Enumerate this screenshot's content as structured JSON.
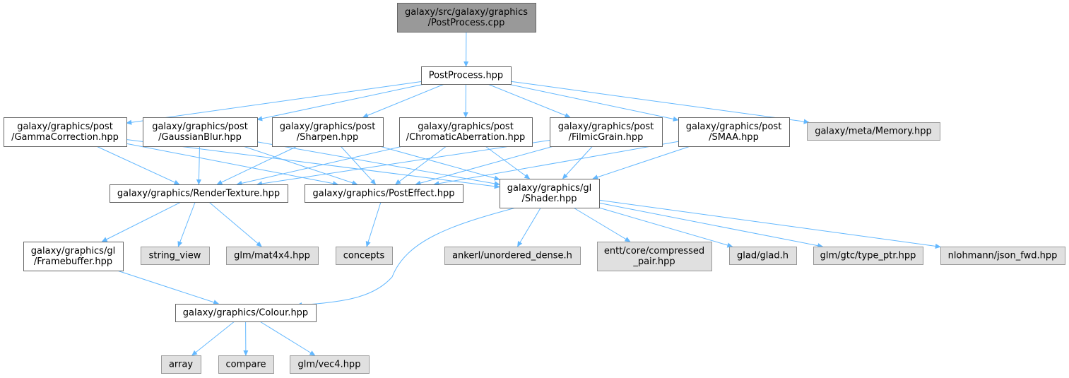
{
  "nodes": [
    {
      "id": "root",
      "lines": [
        "galaxy/src/galaxy/graphics",
        "/PostProcess.cpp"
      ],
      "style": "root"
    },
    {
      "id": "postprocess_hpp",
      "lines": [
        "PostProcess.hpp"
      ],
      "style": "internal"
    },
    {
      "id": "gamma",
      "lines": [
        "galaxy/graphics/post",
        "/GammaCorrection.hpp"
      ],
      "style": "internal"
    },
    {
      "id": "gaussian",
      "lines": [
        "galaxy/graphics/post",
        "/GaussianBlur.hpp"
      ],
      "style": "internal"
    },
    {
      "id": "sharpen",
      "lines": [
        "galaxy/graphics/post",
        "/Sharpen.hpp"
      ],
      "style": "internal"
    },
    {
      "id": "chromatic",
      "lines": [
        "galaxy/graphics/post",
        "/ChromaticAberration.hpp"
      ],
      "style": "internal"
    },
    {
      "id": "filmic",
      "lines": [
        "galaxy/graphics/post",
        "/FilmicGrain.hpp"
      ],
      "style": "internal"
    },
    {
      "id": "smaa",
      "lines": [
        "galaxy/graphics/post",
        "/SMAA.hpp"
      ],
      "style": "internal"
    },
    {
      "id": "memory",
      "lines": [
        "galaxy/meta/Memory.hpp"
      ],
      "style": "external"
    },
    {
      "id": "rendertexture",
      "lines": [
        "galaxy/graphics/RenderTexture.hpp"
      ],
      "style": "internal"
    },
    {
      "id": "posteffect",
      "lines": [
        "galaxy/graphics/PostEffect.hpp"
      ],
      "style": "internal"
    },
    {
      "id": "shader",
      "lines": [
        "galaxy/graphics/gl",
        "/Shader.hpp"
      ],
      "style": "internal"
    },
    {
      "id": "framebuffer",
      "lines": [
        "galaxy/graphics/gl",
        "/Framebuffer.hpp"
      ],
      "style": "internal"
    },
    {
      "id": "string_view",
      "lines": [
        "string_view"
      ],
      "style": "external"
    },
    {
      "id": "mat4x4",
      "lines": [
        "glm/mat4x4.hpp"
      ],
      "style": "external"
    },
    {
      "id": "concepts",
      "lines": [
        "concepts"
      ],
      "style": "external"
    },
    {
      "id": "unordered_dense",
      "lines": [
        "ankerl/unordered_dense.h"
      ],
      "style": "external"
    },
    {
      "id": "compressed_pair",
      "lines": [
        "entt/core/compressed",
        "_pair.hpp"
      ],
      "style": "external"
    },
    {
      "id": "glad",
      "lines": [
        "glad/glad.h"
      ],
      "style": "external"
    },
    {
      "id": "type_ptr",
      "lines": [
        "glm/gtc/type_ptr.hpp"
      ],
      "style": "external"
    },
    {
      "id": "json_fwd",
      "lines": [
        "nlohmann/json_fwd.hpp"
      ],
      "style": "external"
    },
    {
      "id": "colour",
      "lines": [
        "galaxy/graphics/Colour.hpp"
      ],
      "style": "internal"
    },
    {
      "id": "array",
      "lines": [
        "array"
      ],
      "style": "external"
    },
    {
      "id": "compare",
      "lines": [
        "compare"
      ],
      "style": "external"
    },
    {
      "id": "vec4",
      "lines": [
        "glm/vec4.hpp"
      ],
      "style": "external"
    }
  ],
  "edges": [
    [
      "root",
      "postprocess_hpp"
    ],
    [
      "postprocess_hpp",
      "gamma"
    ],
    [
      "postprocess_hpp",
      "gaussian"
    ],
    [
      "postprocess_hpp",
      "sharpen"
    ],
    [
      "postprocess_hpp",
      "chromatic"
    ],
    [
      "postprocess_hpp",
      "filmic"
    ],
    [
      "postprocess_hpp",
      "smaa"
    ],
    [
      "postprocess_hpp",
      "memory"
    ],
    [
      "gamma",
      "rendertexture"
    ],
    [
      "gamma",
      "posteffect"
    ],
    [
      "gamma",
      "shader"
    ],
    [
      "gaussian",
      "rendertexture"
    ],
    [
      "gaussian",
      "posteffect"
    ],
    [
      "gaussian",
      "shader"
    ],
    [
      "sharpen",
      "rendertexture"
    ],
    [
      "sharpen",
      "posteffect"
    ],
    [
      "sharpen",
      "shader"
    ],
    [
      "chromatic",
      "rendertexture"
    ],
    [
      "chromatic",
      "posteffect"
    ],
    [
      "chromatic",
      "shader"
    ],
    [
      "filmic",
      "rendertexture"
    ],
    [
      "filmic",
      "posteffect"
    ],
    [
      "filmic",
      "shader"
    ],
    [
      "smaa",
      "posteffect"
    ],
    [
      "smaa",
      "shader"
    ],
    [
      "rendertexture",
      "framebuffer"
    ],
    [
      "rendertexture",
      "string_view"
    ],
    [
      "rendertexture",
      "mat4x4"
    ],
    [
      "posteffect",
      "concepts"
    ],
    [
      "shader",
      "colour"
    ],
    [
      "shader",
      "unordered_dense"
    ],
    [
      "shader",
      "compressed_pair"
    ],
    [
      "shader",
      "glad"
    ],
    [
      "shader",
      "type_ptr"
    ],
    [
      "shader",
      "json_fwd"
    ],
    [
      "framebuffer",
      "colour"
    ],
    [
      "colour",
      "array"
    ],
    [
      "colour",
      "compare"
    ],
    [
      "colour",
      "vec4"
    ]
  ],
  "colors": {
    "edge": "#63b8ff",
    "root_fill": "#999999",
    "root_border": "#666666",
    "internal_fill": "#ffffff",
    "internal_border": "#666666",
    "external_fill": "#e0e0e0",
    "external_border": "#999999"
  }
}
